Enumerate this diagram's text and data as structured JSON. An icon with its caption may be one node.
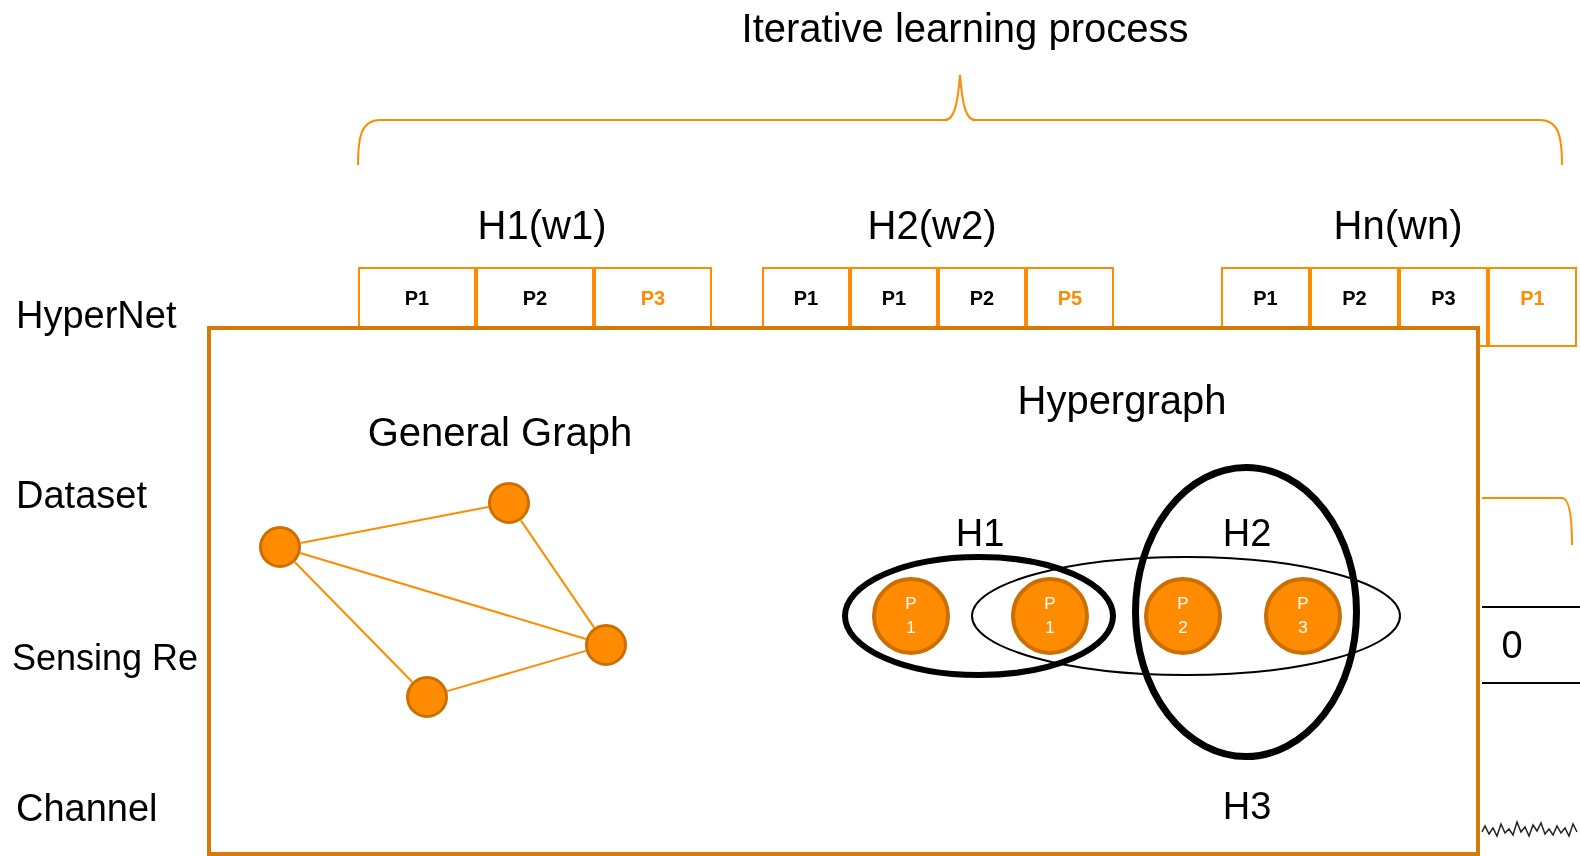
{
  "diagram": {
    "title": "Iterative learning process",
    "nodes": [
      {
        "text": [
          "P1"
        ]
      },
      {
        "text": [
          "P2"
        ]
      },
      {
        "text": [
          "P3"
        ]
      },
      {
        "text": [
          "P1"
        ]
      },
      {
        "text": [
          "P1"
        ]
      },
      {
        "text": [
          "P2"
        ]
      },
      {
        "text": [
          "P5"
        ]
      },
      {
        "text": [
          "P1"
        ]
      },
      {
        "text": [
          "P2"
        ]
      },
      {
        "text": [
          "P3"
        ]
      },
      {
        "text": [
          "P1"
        ]
      },
      {
        "text": [
          "General Graph",
          "Hypergraph"
        ]
      },
      {
        "text": [],
        "shape": "circle",
        "in": 11
      },
      {
        "text": [],
        "shape": "circle",
        "in": 11
      },
      {
        "text": [],
        "shape": "circle",
        "in": 11
      },
      {
        "text": [],
        "shape": "circle",
        "in": 11
      },
      {
        "text": [
          "H1"
        ],
        "in": 11
      },
      {
        "text": [],
        "shape": "ellipse",
        "in": 11
      },
      {
        "text": [
          "H2"
        ],
        "in": 11
      },
      {
        "text": [
          "P1"
        ],
        "in": 16
      },
      {
        "text": [
          "P1"
        ]
      },
      {
        "text": [
          "P2"
        ]
      },
      {
        "text": [
          "P3"
        ]
      }
    ],
    "edges": [
      {
        "from": 12,
        "to": 13,
        "arrow": "none"
      },
      {
        "from": 13,
        "to": 14,
        "arrow": "none"
      },
      {
        "from": 12,
        "to": 14,
        "arrow": "none"
      },
      {
        "from": 12,
        "to": 15,
        "arrow": "none"
      },
      {
        "from": 15,
        "to": 14,
        "arrow": "none"
      }
    ],
    "labels": [
      "H1(w1)",
      "H2(w2)",
      "Hn(wn)",
      "HyperNet",
      "Dataset",
      "Sensing Re",
      "Channel",
      "0",
      "H3"
    ]
  }
}
